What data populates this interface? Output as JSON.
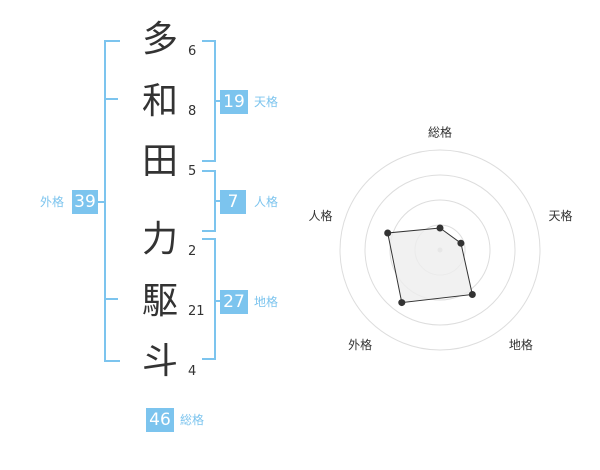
{
  "name": {
    "chars": [
      {
        "char": "多",
        "strokes": "6"
      },
      {
        "char": "和",
        "strokes": "8"
      },
      {
        "char": "田",
        "strokes": "5"
      },
      {
        "char": "力",
        "strokes": "2"
      },
      {
        "char": "駆",
        "strokes": "21"
      },
      {
        "char": "斗",
        "strokes": "4"
      }
    ]
  },
  "fortunes": {
    "tenkaku": {
      "value": "19",
      "label": "天格"
    },
    "jinkaku": {
      "value": "7",
      "label": "人格"
    },
    "chikaku": {
      "value": "27",
      "label": "地格"
    },
    "gaikaku": {
      "value": "39",
      "label": "外格"
    },
    "soukaku": {
      "value": "46",
      "label": "総格"
    }
  },
  "chart_data": {
    "type": "radar",
    "axes": [
      "総格",
      "天格",
      "地格",
      "外格",
      "人格"
    ],
    "values": [
      0.22,
      0.22,
      0.55,
      0.65,
      0.55
    ],
    "max": 1,
    "rings": 4,
    "colors": {
      "fill": "#eeeeee",
      "line": "#333333",
      "grid": "#dddddd",
      "accent": "#7cc4ee"
    }
  }
}
